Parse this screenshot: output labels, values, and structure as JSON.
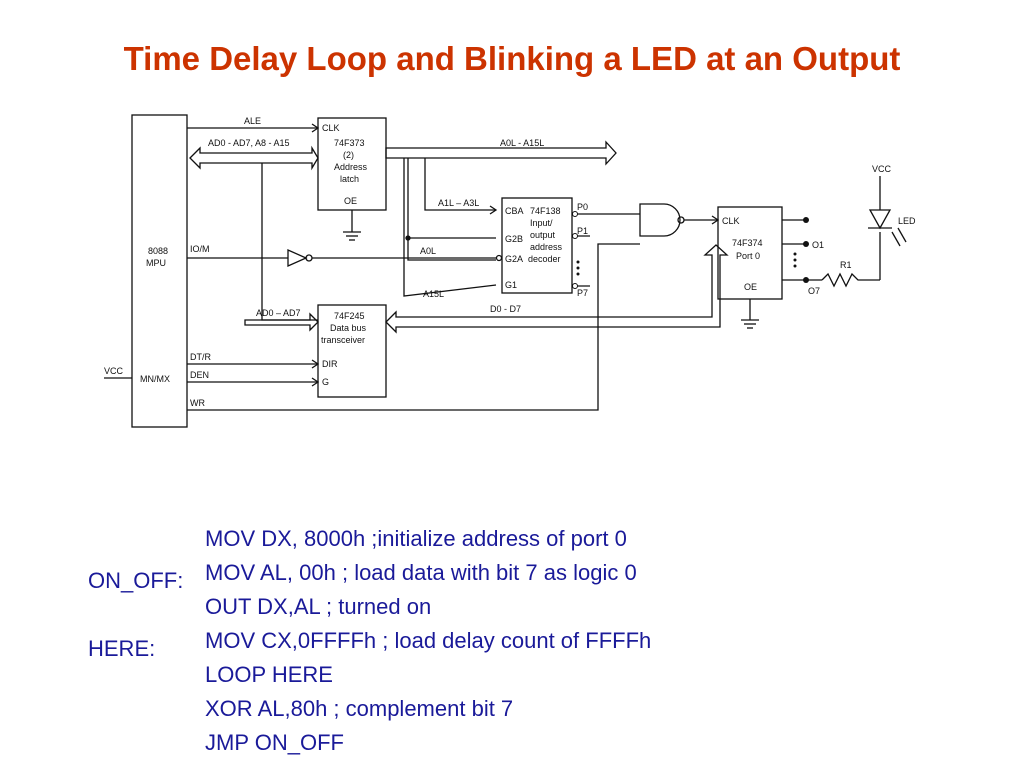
{
  "title": "Time Delay Loop and Blinking a LED at an Output",
  "colors": {
    "title": "#cc3300",
    "code": "#1a1a99",
    "schematic": "#111111"
  },
  "diagram": {
    "mpu": {
      "line1": "8088",
      "line2": "MPU"
    },
    "signals": {
      "ale": "ALE",
      "ad_a": "AD0 - AD7, A8 - A15",
      "a_out": "A0L - A15L",
      "a_in": "A1L – A3L",
      "a0l": "A0L",
      "a15l": "A15L",
      "iom": "IO/M",
      "ad_bus": "AD0 – AD7",
      "d_bus": "D0 - D7",
      "dtr": "DT/R",
      "den": "DEN",
      "wr": "WR",
      "mnmx": "MN/MX",
      "vcc_left": "VCC",
      "vcc_right": "VCC"
    },
    "latch": {
      "clk": "CLK",
      "part": "74F373",
      "count": "(2)",
      "name1": "Address",
      "name2": "latch",
      "oe": "OE"
    },
    "decoder": {
      "cba": "CBA",
      "g2b": "G2B",
      "g2a": "G2A",
      "g1": "G1",
      "part": "74F138",
      "n1": "Input/",
      "n2": "output",
      "n3": "address",
      "n4": "decoder",
      "p0": "P0",
      "p1": "P1",
      "p7": "P7"
    },
    "transceiver": {
      "part": "74F245",
      "n1": "Data bus",
      "n2": "transceiver",
      "dir": "DIR",
      "g": "G"
    },
    "port": {
      "clk": "CLK",
      "part": "74F374",
      "name": "Port 0",
      "oe": "OE",
      "o1": "O1",
      "o7": "O7"
    },
    "led": {
      "label": "LED",
      "resistor": "R1"
    }
  },
  "code": [
    {
      "label": "",
      "text": "MOV DX, 8000h ;initialize address of port 0"
    },
    {
      "label": "",
      "text": "MOV AL, 00h ; load data with bit 7 as logic 0"
    },
    {
      "label": "ON_OFF:",
      "text": "OUT DX,AL ; turned on"
    },
    {
      "label": "",
      "text": "MOV CX,0FFFFh ; load delay count of FFFFh"
    },
    {
      "label": "HERE:",
      "text": "LOOP HERE"
    },
    {
      "label": "",
      "text": "XOR AL,80h ; complement bit 7"
    },
    {
      "label": "",
      "text": "JMP ON_OFF"
    }
  ]
}
